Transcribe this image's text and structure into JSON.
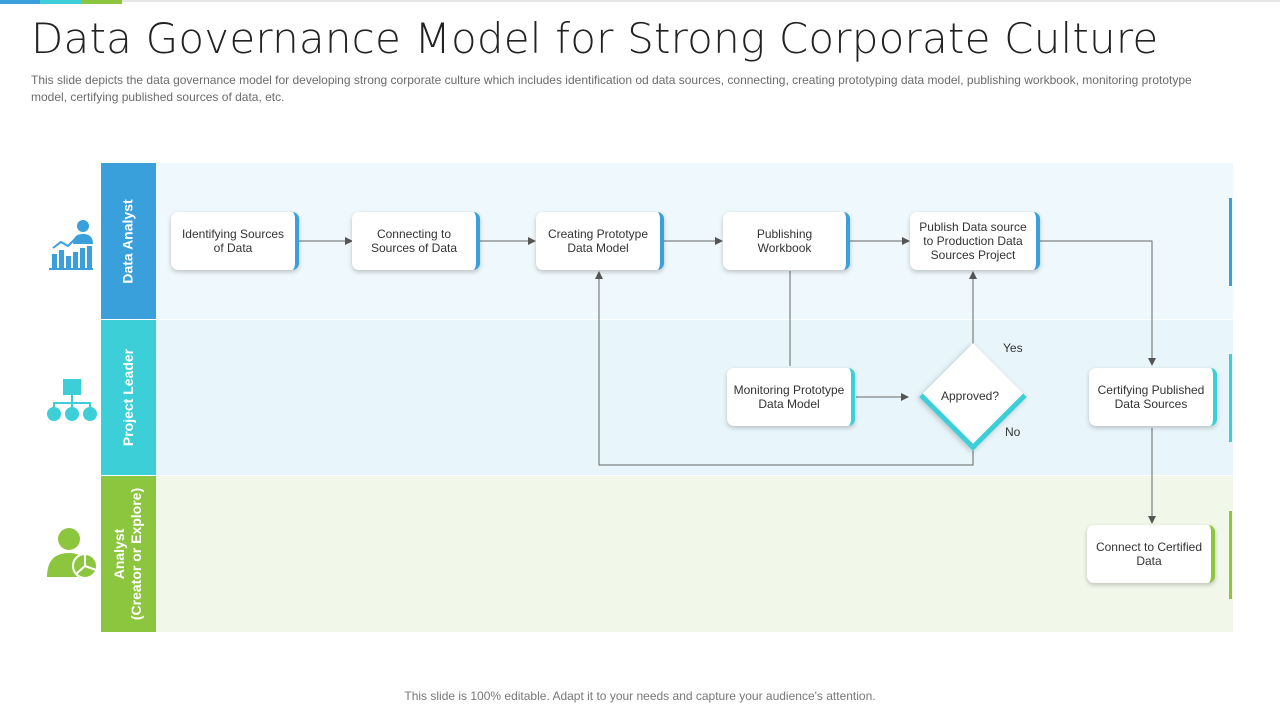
{
  "title": "Data Governance Model for Strong Corporate Culture",
  "subtitle": "This slide depicts the data governance  model for developing  strong corporate culture which includes identification od data sources, connecting, creating prototyping data model, publishing workbook, monitoring  prototype model, certifying published sources of data, etc.",
  "colors": {
    "blue": "#3aa0dc",
    "teal": "#3ccfd8",
    "green": "#8cc63f",
    "blue_bg": "#eff8fc",
    "teal_bg": "#e8f6fb",
    "green_bg": "#f1f8ea"
  },
  "lanes": [
    {
      "label": "Data Analyst",
      "icon": "analyst-chart-icon"
    },
    {
      "label": "Project Leader",
      "icon": "hierarchy-icon"
    },
    {
      "label_line1": "Analyst",
      "label_line2": "(Creator or Explore)",
      "icon": "user-pie-icon"
    }
  ],
  "steps": {
    "identify": "Identifying Sources of Data",
    "connect": "Connecting to Sources of Data",
    "prototype": "Creating Prototype Data Model",
    "publish_workbook": "Publishing Workbook",
    "publish_source": "Publish Data source to Production Data Sources Project",
    "monitor": "Monitoring Prototype Data Model",
    "approved": "Approved?",
    "certify": "Certifying Published Data Sources",
    "connect_certified": "Connect to Certified Data"
  },
  "labels": {
    "yes": "Yes",
    "no": "No"
  },
  "footer": "This slide is 100% editable. Adapt it to your needs and capture your audience's attention."
}
